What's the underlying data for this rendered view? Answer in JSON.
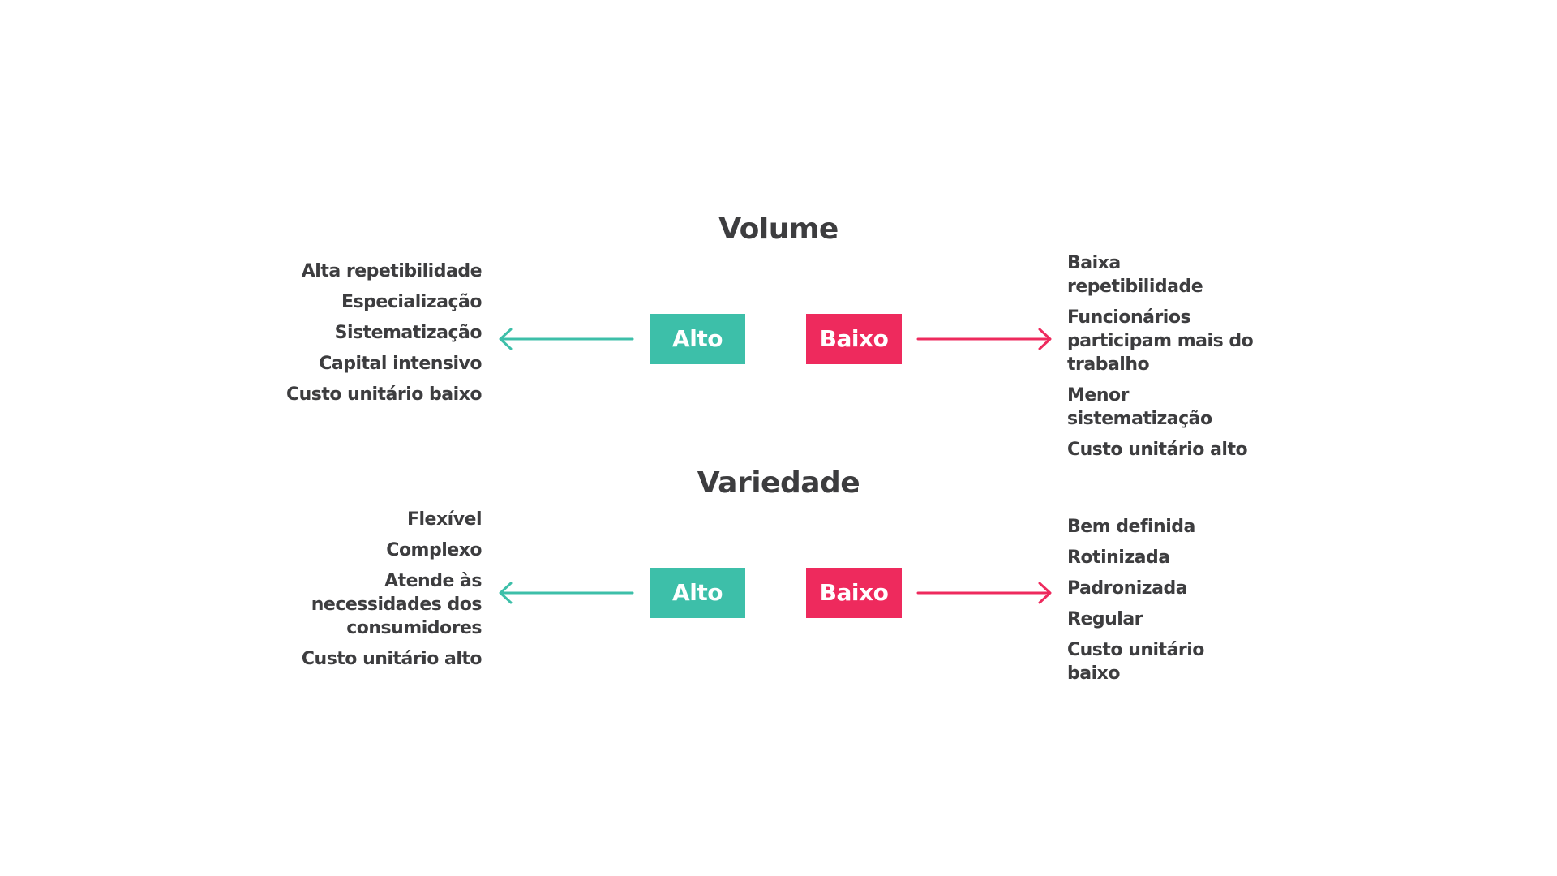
{
  "colors": {
    "alto": "#3dbfa9",
    "baixo": "#ee2a5d",
    "text": "#3d3d3f"
  },
  "sections": [
    {
      "title": "Volume",
      "alto_label": "Alto",
      "baixo_label": "Baixo",
      "alto_items": [
        "Alta repetibilidade",
        "Especialização",
        "Sistematização",
        "Capital intensivo",
        "Custo unitário baixo"
      ],
      "baixo_items": [
        "Baixa repetibilidade",
        "Funcionários participam mais do trabalho",
        "Menor sistematização",
        "Custo unitário alto"
      ]
    },
    {
      "title": "Variedade",
      "alto_label": "Alto",
      "baixo_label": "Baixo",
      "alto_items": [
        "Flexível",
        "Complexo",
        "Atende às necessidades dos consumidores",
        "Custo unitário alto"
      ],
      "baixo_items": [
        "Bem definida",
        "Rotinizada",
        "Padronizada",
        "Regular",
        "Custo unitário baixo"
      ]
    }
  ]
}
